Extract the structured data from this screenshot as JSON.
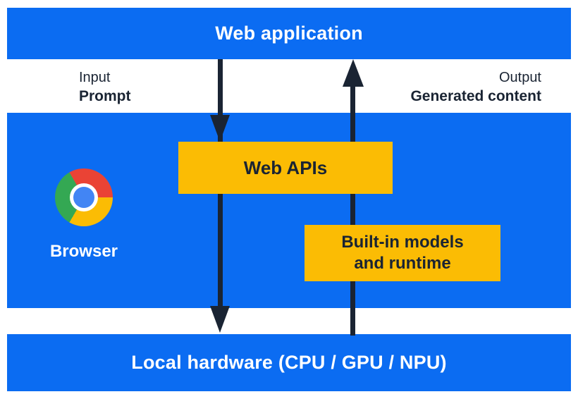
{
  "layers": {
    "web_application": "Web application",
    "local_hardware": "Local hardware (CPU / GPU / NPU)"
  },
  "io": {
    "input_title": "Input",
    "input_value": "Prompt",
    "output_title": "Output",
    "output_value": "Generated content"
  },
  "browser": {
    "label": "Browser",
    "web_apis": "Web APIs",
    "builtin_line1": "Built-in models",
    "builtin_line2": "and runtime"
  },
  "icons": {
    "chrome": "chrome-browser-logo",
    "down_arrow": "prompt-flow-down-arrow",
    "up_arrow": "generated-content-up-arrow"
  },
  "colors": {
    "layer_blue": "#0B6CF2",
    "accent_yellow": "#FBBC04",
    "ink": "#1A2433",
    "chrome_red": "#EA4335",
    "chrome_yellow": "#FBBC04",
    "chrome_green": "#34A853",
    "chrome_blue": "#4285F4"
  }
}
